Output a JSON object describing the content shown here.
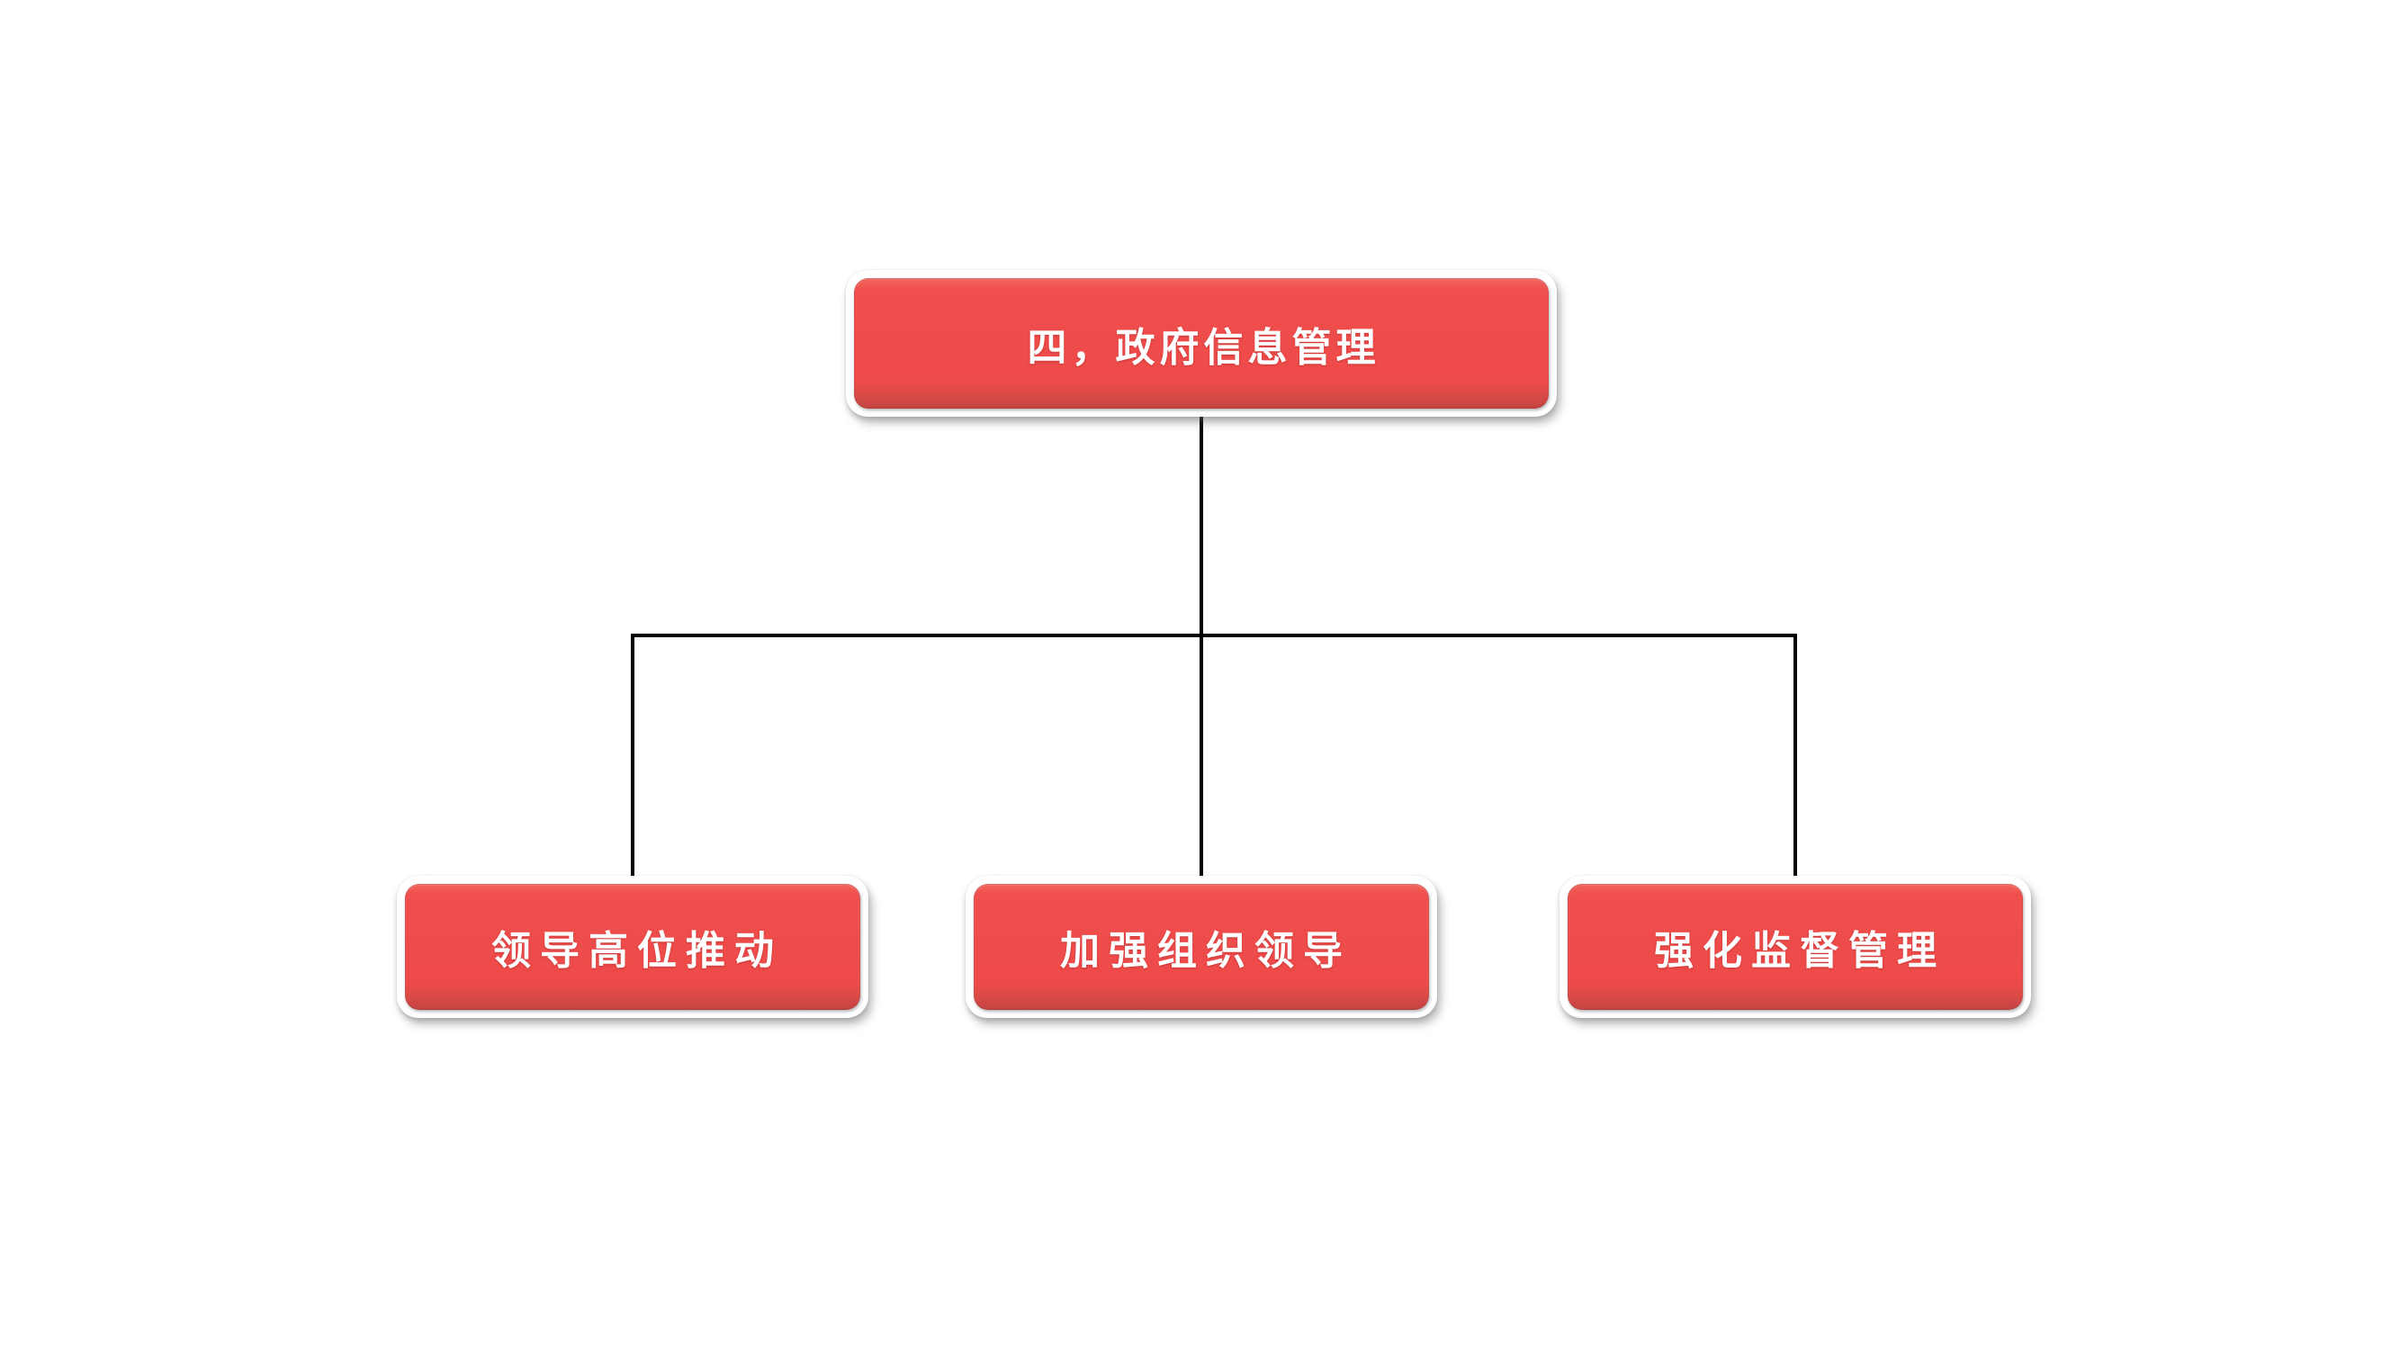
{
  "diagram": {
    "type": "org-chart",
    "background": "#FFFFFF",
    "root": {
      "label": "四，政府信息管理"
    },
    "children": [
      {
        "label": "领导高位推动"
      },
      {
        "label": "加强组织领导"
      },
      {
        "label": "强化监督管理"
      }
    ],
    "colors": {
      "node_fill": "#EE4A49",
      "node_fill_top_highlight": "#F2645D",
      "node_fill_bottom_bevel": "#C24442",
      "node_frame": "#FFFFFF",
      "node_text": "#FFFFFF",
      "connector": "#000000"
    }
  }
}
